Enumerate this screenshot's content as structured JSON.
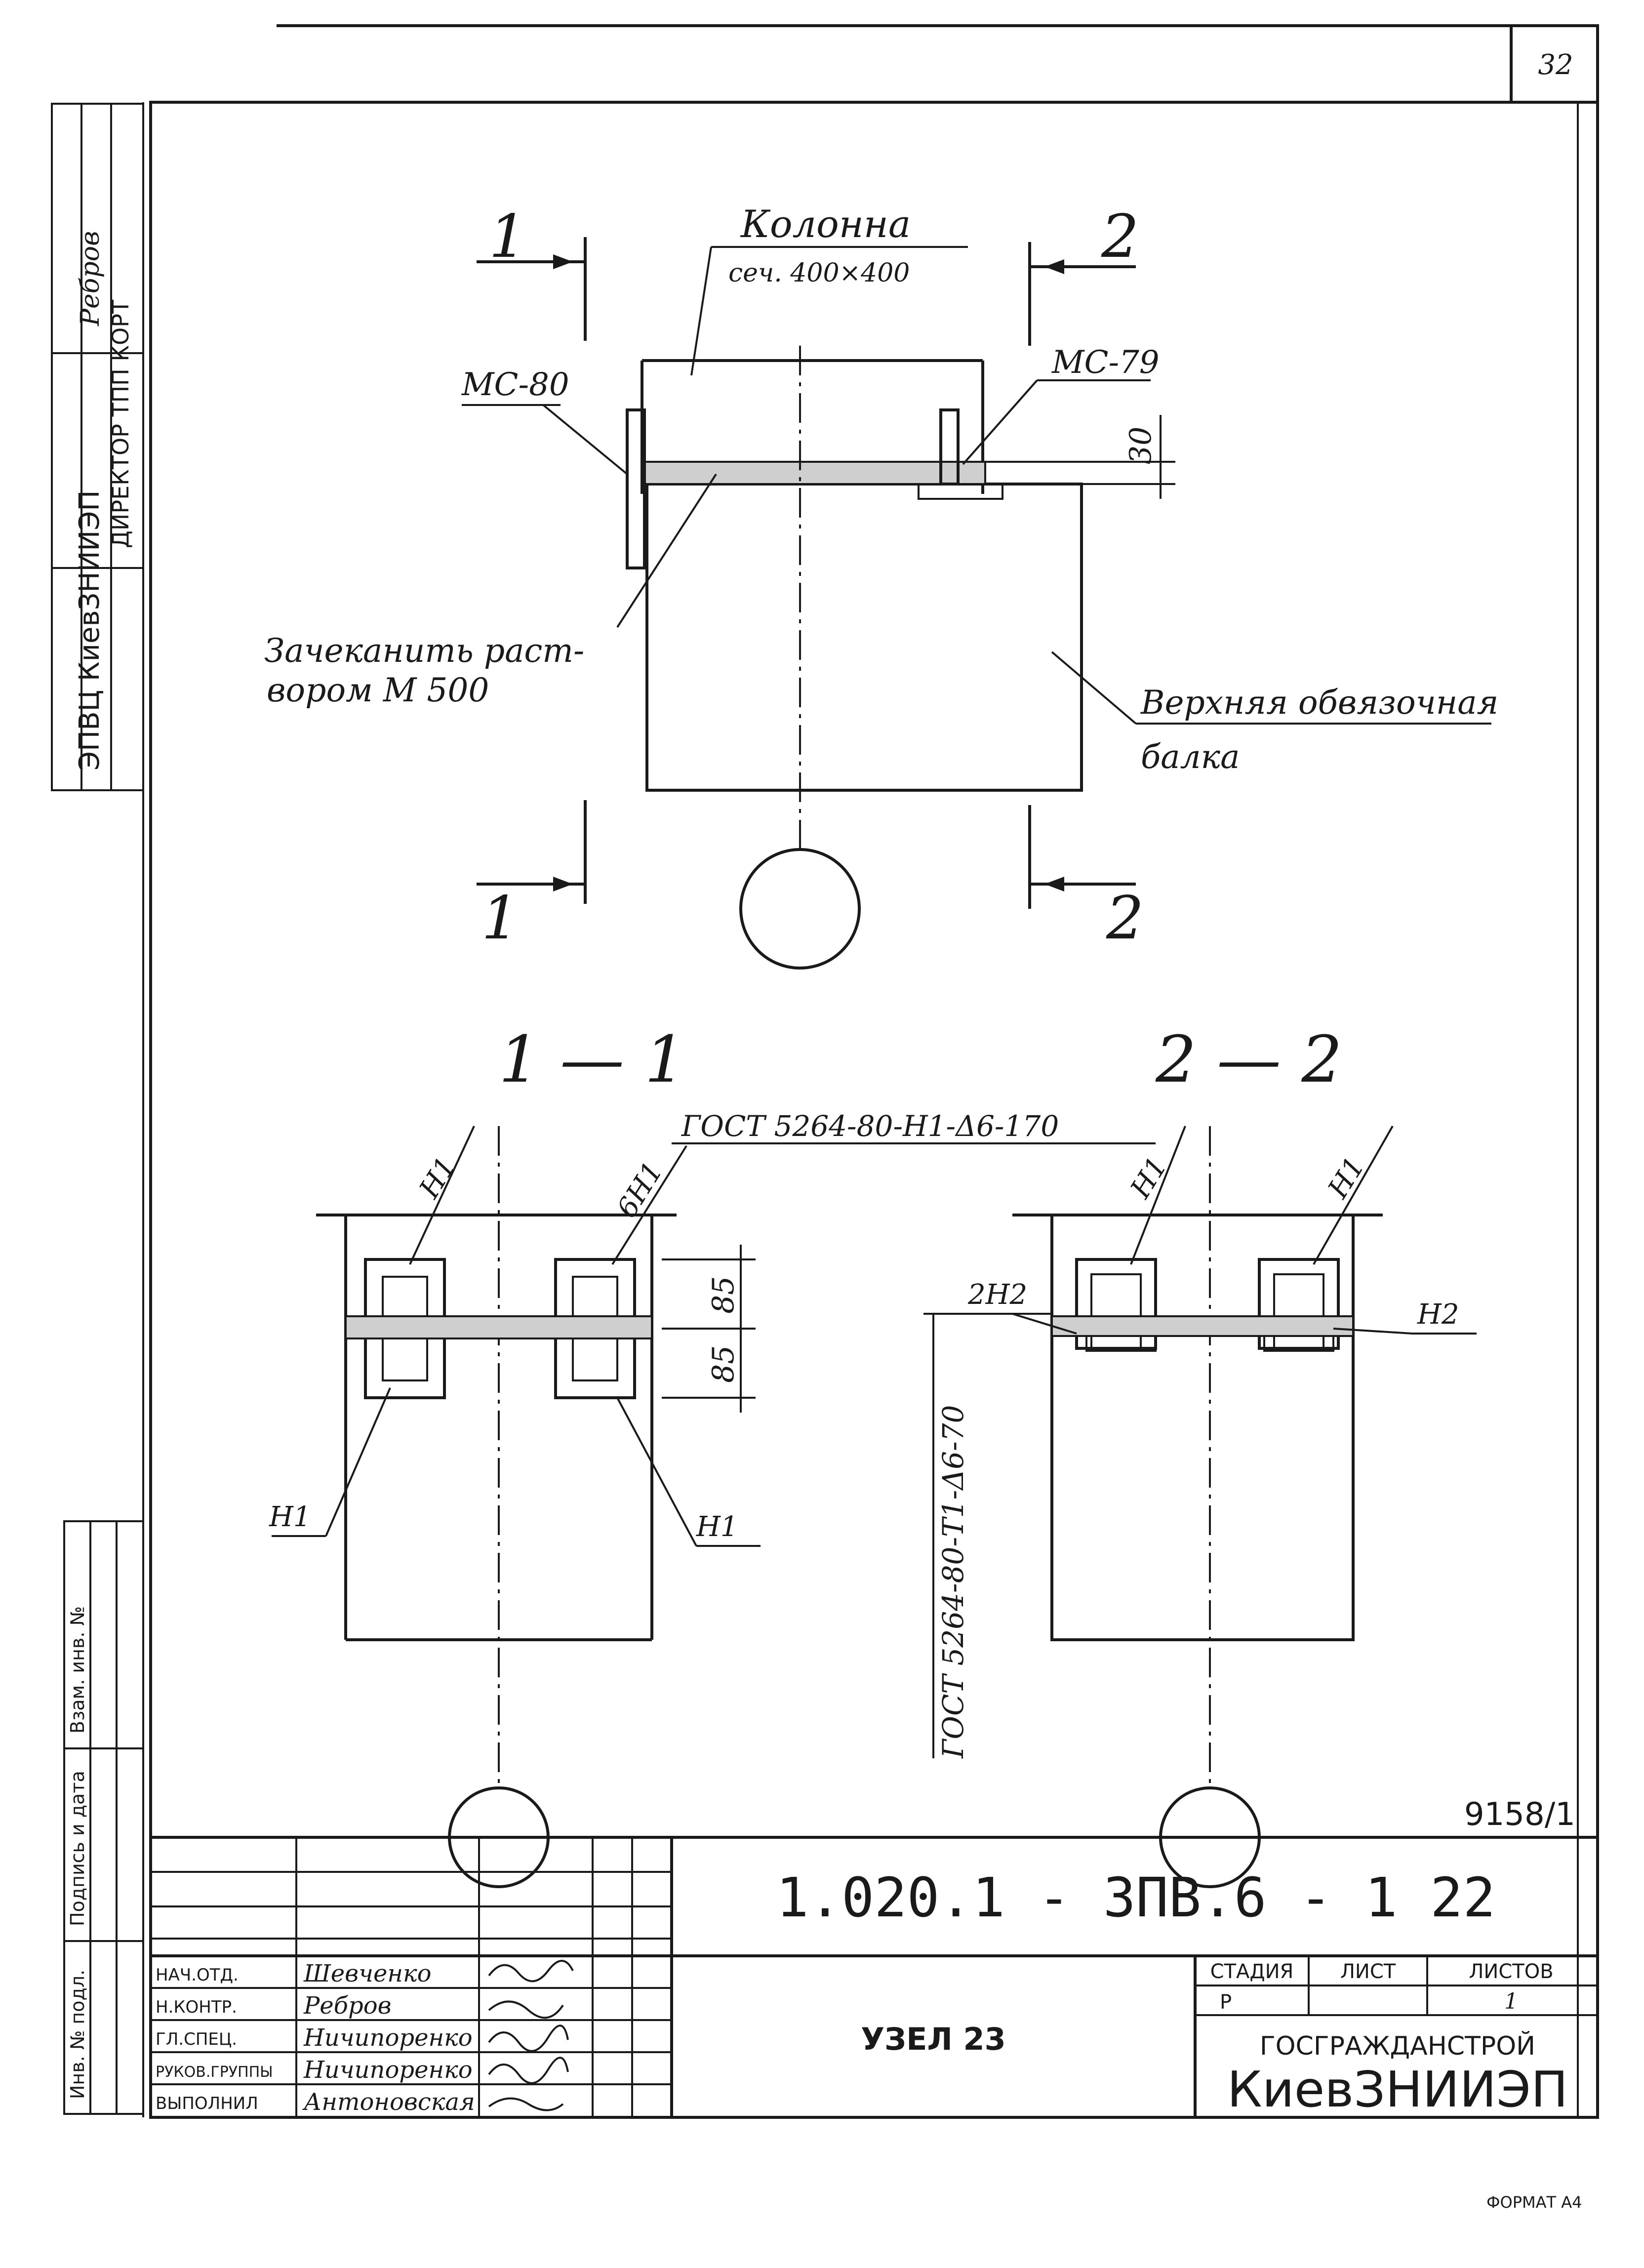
{
  "sheet": {
    "page_number": "32",
    "format_note": "ФОРМАТ А4"
  },
  "approval_stamp": {
    "dept": "ЭПВЦ КиевЗНИИЭП",
    "director": "ДИРЕКТОР ТПП КОРТ",
    "checked": "Ребров"
  },
  "side_stamp": {
    "line1": "Инв. № подл.",
    "line2": "Подпись и дата",
    "line3": "Взам. инв. №"
  },
  "plan": {
    "column_label": "Колонна",
    "column_size": "сеч. 400×400",
    "left_insert": "МС-80",
    "right_insert": "МС-79",
    "dim_30": "30",
    "grout_note_1": "Зачеканить раст-",
    "grout_note_2": "вором М 500",
    "beam_note_1": "Верхняя обвязочная",
    "beam_note_2": "балка",
    "cut_1_top": "1",
    "cut_1_bottom": "1",
    "cut_2_top": "2",
    "cut_2_bottom": "2"
  },
  "section_1": {
    "title": "1 — 1",
    "weld_spec": "ГОСТ 5264-80-Н1-Δ6-170",
    "label_n1_top": "Н1",
    "label_6n1": "6Н1",
    "label_n1_left": "Н1",
    "label_n1_right": "Н1",
    "dim_85_top": "85",
    "dim_85_bottom": "85"
  },
  "section_2": {
    "title": "2 — 2",
    "label_n1_a": "Н1",
    "label_n1_b": "Н1",
    "label_2n2": "2Н2",
    "label_n2": "Н2",
    "weld_spec_vertical": "ГОСТ 5264-80-Т1-Δ6-70"
  },
  "title_block": {
    "inventory": "9158/1",
    "designation": "1.020.1 - 3ПВ.6 - 1   22",
    "sheet_title": "УЗЕЛ 23",
    "stage_header": "СТАДИЯ",
    "sheet_header": "ЛИСТ",
    "sheets_header": "ЛИСТОВ",
    "stage_value": "Р",
    "sheet_value": "",
    "sheets_value": "1",
    "org_top": "ГОСГРАЖДАНСТРОЙ",
    "org_bottom": "КиевЗНИИЭП",
    "signatures": [
      {
        "role": "НАЧ.ОТД.",
        "name": "Шевченко"
      },
      {
        "role": "Н.КОНТР.",
        "name": "Ребров"
      },
      {
        "role": "ГЛ.СПЕЦ.",
        "name": "Ничипоренко"
      },
      {
        "role": "РУКОВ.ГРУППЫ",
        "name": "Ничипоренко"
      },
      {
        "role": "ВЫПОЛНИЛ",
        "name": "Антоновская"
      }
    ]
  }
}
